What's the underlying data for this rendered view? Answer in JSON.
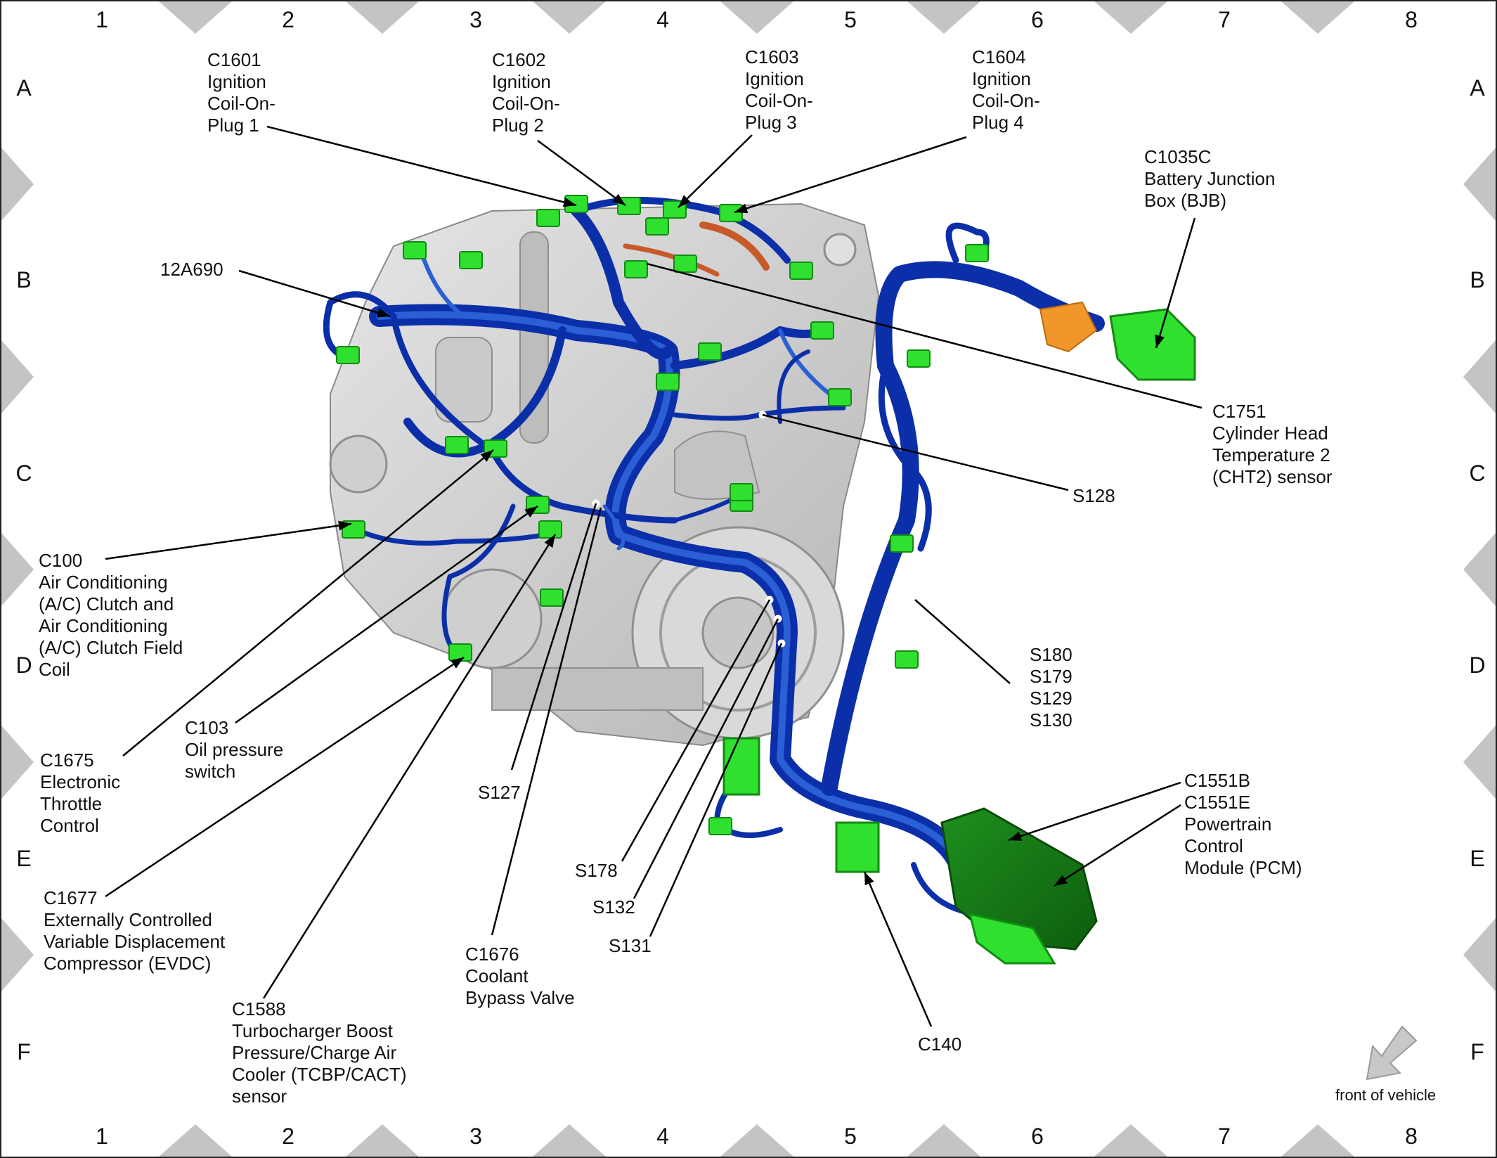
{
  "grid": {
    "columns": [
      "1",
      "2",
      "3",
      "4",
      "5",
      "6",
      "7",
      "8"
    ],
    "rows": [
      "A",
      "B",
      "C",
      "D",
      "E",
      "F"
    ]
  },
  "callouts": {
    "c1601": [
      "C1601",
      "Ignition",
      "Coil-On-",
      "Plug 1"
    ],
    "c1602": [
      "C1602",
      "Ignition",
      "Coil-On-",
      "Plug 2"
    ],
    "c1603": [
      "C1603",
      "Ignition",
      "Coil-On-",
      "Plug 3"
    ],
    "c1604": [
      "C1604",
      "Ignition",
      "Coil-On-",
      "Plug 4"
    ],
    "c1035c": [
      "C1035C",
      "Battery Junction",
      "Box (BJB)"
    ],
    "h12a690": [
      "12A690"
    ],
    "c1751": [
      "C1751",
      "Cylinder Head",
      "Temperature 2",
      "(CHT2) sensor"
    ],
    "s128": [
      "S128"
    ],
    "c100": [
      "C100",
      "Air Conditioning",
      "(A/C) Clutch and",
      "Air Conditioning",
      "(A/C) Clutch Field",
      "Coil"
    ],
    "s180_group": [
      "S180",
      "S179",
      "S129",
      "S130"
    ],
    "c1675": [
      "C1675",
      "Electronic",
      "Throttle",
      "Control"
    ],
    "c103": [
      "C103",
      "Oil pressure",
      "switch"
    ],
    "s127": [
      "S127"
    ],
    "c1551": [
      "C1551B",
      "C1551E",
      "Powertrain",
      "Control",
      "Module (PCM)"
    ],
    "s178": [
      "S178"
    ],
    "s132": [
      "S132"
    ],
    "s131": [
      "S131"
    ],
    "c1677": [
      "C1677",
      "Externally Controlled",
      "Variable Displacement",
      "Compressor (EVDC)"
    ],
    "c1676": [
      "C1676",
      "Coolant",
      "Bypass Valve"
    ],
    "c140": [
      "C140"
    ],
    "c1588": [
      "C1588",
      "Turbocharger Boost",
      "Pressure/Charge Air",
      "Cooler (TCBP/CACT)",
      "sensor"
    ]
  },
  "front_label": "front of vehicle",
  "colors": {
    "harness": "#0b2fa8",
    "harness_light": "#2a5fd6",
    "connector": "#2fe02f",
    "connector_dark": "#138a13",
    "bjb": "#f0962a",
    "engine": "#c8c8c8",
    "border_marker": "#c4c4c4"
  }
}
